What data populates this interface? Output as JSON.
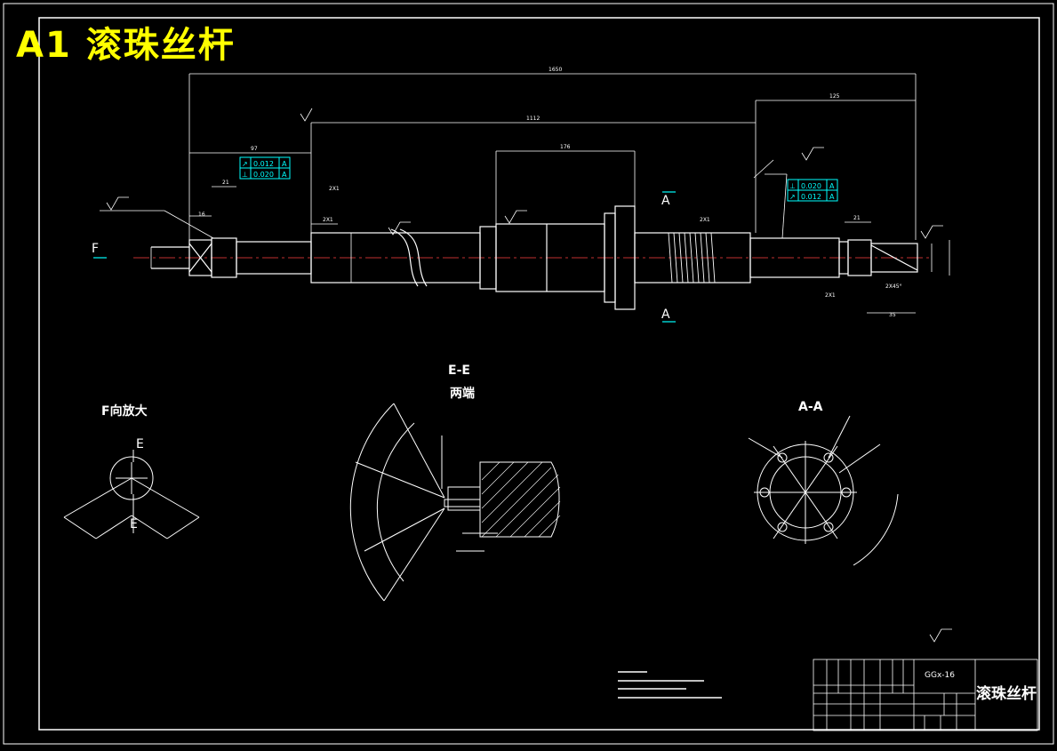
{
  "title": "A1 滚珠丝杆",
  "view_labels": {
    "f_direction": "F向放大",
    "section_e": "E-E",
    "section_e_sub": "两端",
    "section_a": "A-A",
    "f_mark": "F",
    "a_mark_top": "A",
    "a_mark_bottom": "A",
    "e_mark_top": "E",
    "e_mark_bottom": "E"
  },
  "tolerances": {
    "left": [
      {
        "symbol": "↗",
        "value": "0.012",
        "datum": "A"
      },
      {
        "symbol": "⊥",
        "value": "0.020",
        "datum": "A"
      }
    ],
    "right": [
      {
        "symbol": "⊥",
        "value": "0.020",
        "datum": "A"
      },
      {
        "symbol": "↗",
        "value": "0.012",
        "datum": "A"
      }
    ]
  },
  "title_block": {
    "part_name": "滚珠丝杆",
    "drawing_no": "GGx-16"
  },
  "colors": {
    "background": "#000000",
    "outline": "#ffffff",
    "title": "#ffff00",
    "dimension": "#ffffff",
    "tolerance_frame": "#00ffff",
    "center_line": "#ff0000"
  }
}
